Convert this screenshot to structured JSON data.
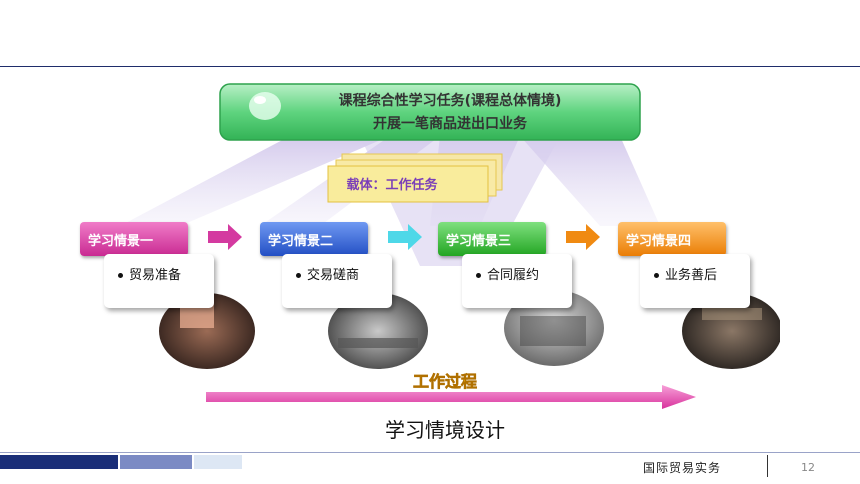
{
  "graphic": {
    "task_title_line1": "课程综合性学习任务(课程总体情境)",
    "task_title_line2": "开展一笔商品进出口业务",
    "carrier_label": "载体：工作任务",
    "stages": [
      {
        "label": "学习情景一",
        "item": "贸易准备",
        "color": "#d43aa0"
      },
      {
        "label": "学习情景二",
        "item": "交易磋商",
        "color": "#2d5fd8"
      },
      {
        "label": "学习情景三",
        "item": "合同履约",
        "color": "#2fb82f"
      },
      {
        "label": "学习情景四",
        "item": "业务善后",
        "color": "#f08a12"
      }
    ],
    "process_label": "工作过程",
    "caption": "学习情境设计",
    "colors": {
      "title_box": "#4ecb6f",
      "carrier_box": "#f7e27a",
      "process_arrow": "#e24fb0"
    }
  },
  "footer": {
    "title": "国际贸易实务",
    "page_number": "12"
  }
}
